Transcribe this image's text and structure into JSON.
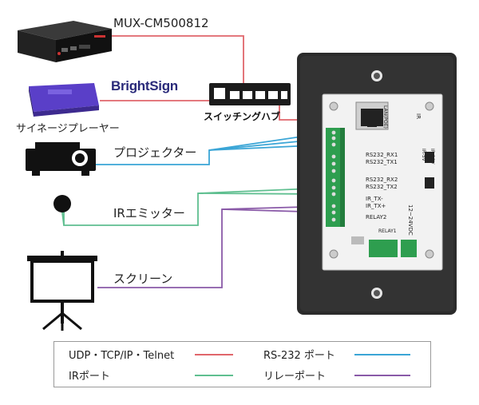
{
  "devices": {
    "mux_label": "MUX-CM500812",
    "brightsign_logo": "BrightSign",
    "signage_player": "サイネージプレーヤー",
    "switching_hub": "スイッチングハブ",
    "projector": "プロジェクター",
    "ir_emitter": "IRエミッター",
    "screen": "スクリーン"
  },
  "board_labels": {
    "lan": "LAN(POE)",
    "ir": "IR",
    "rs232_rx1": "RS232_RX1",
    "rs232_tx1": "RS232_TX1",
    "rs232_rx2": "RS232_RX2",
    "rs232_tx2": "RS232_TX2",
    "ir_tx_minus": "IR_TX-",
    "ir_tx_plus": "IR_TX+",
    "relay2": "RELAY2",
    "relay1": "RELAY1",
    "ir_5v": "IR-5V",
    "ir_10v": "IR-10V",
    "power": "12~24VDC"
  },
  "legend": {
    "udp": "UDP・TCP/IP・Telnet",
    "rs232": "RS-232 ポート",
    "ir": "IRポート",
    "relay": "リレーポート"
  },
  "colors": {
    "udp": "#e0666b",
    "rs232": "#3aa5d6",
    "ir": "#5fbf90",
    "relay": "#8a5aa8",
    "pcb": "#f2f2f2",
    "plate": "#2b2b2b",
    "terminal": "#2e9e4f"
  }
}
